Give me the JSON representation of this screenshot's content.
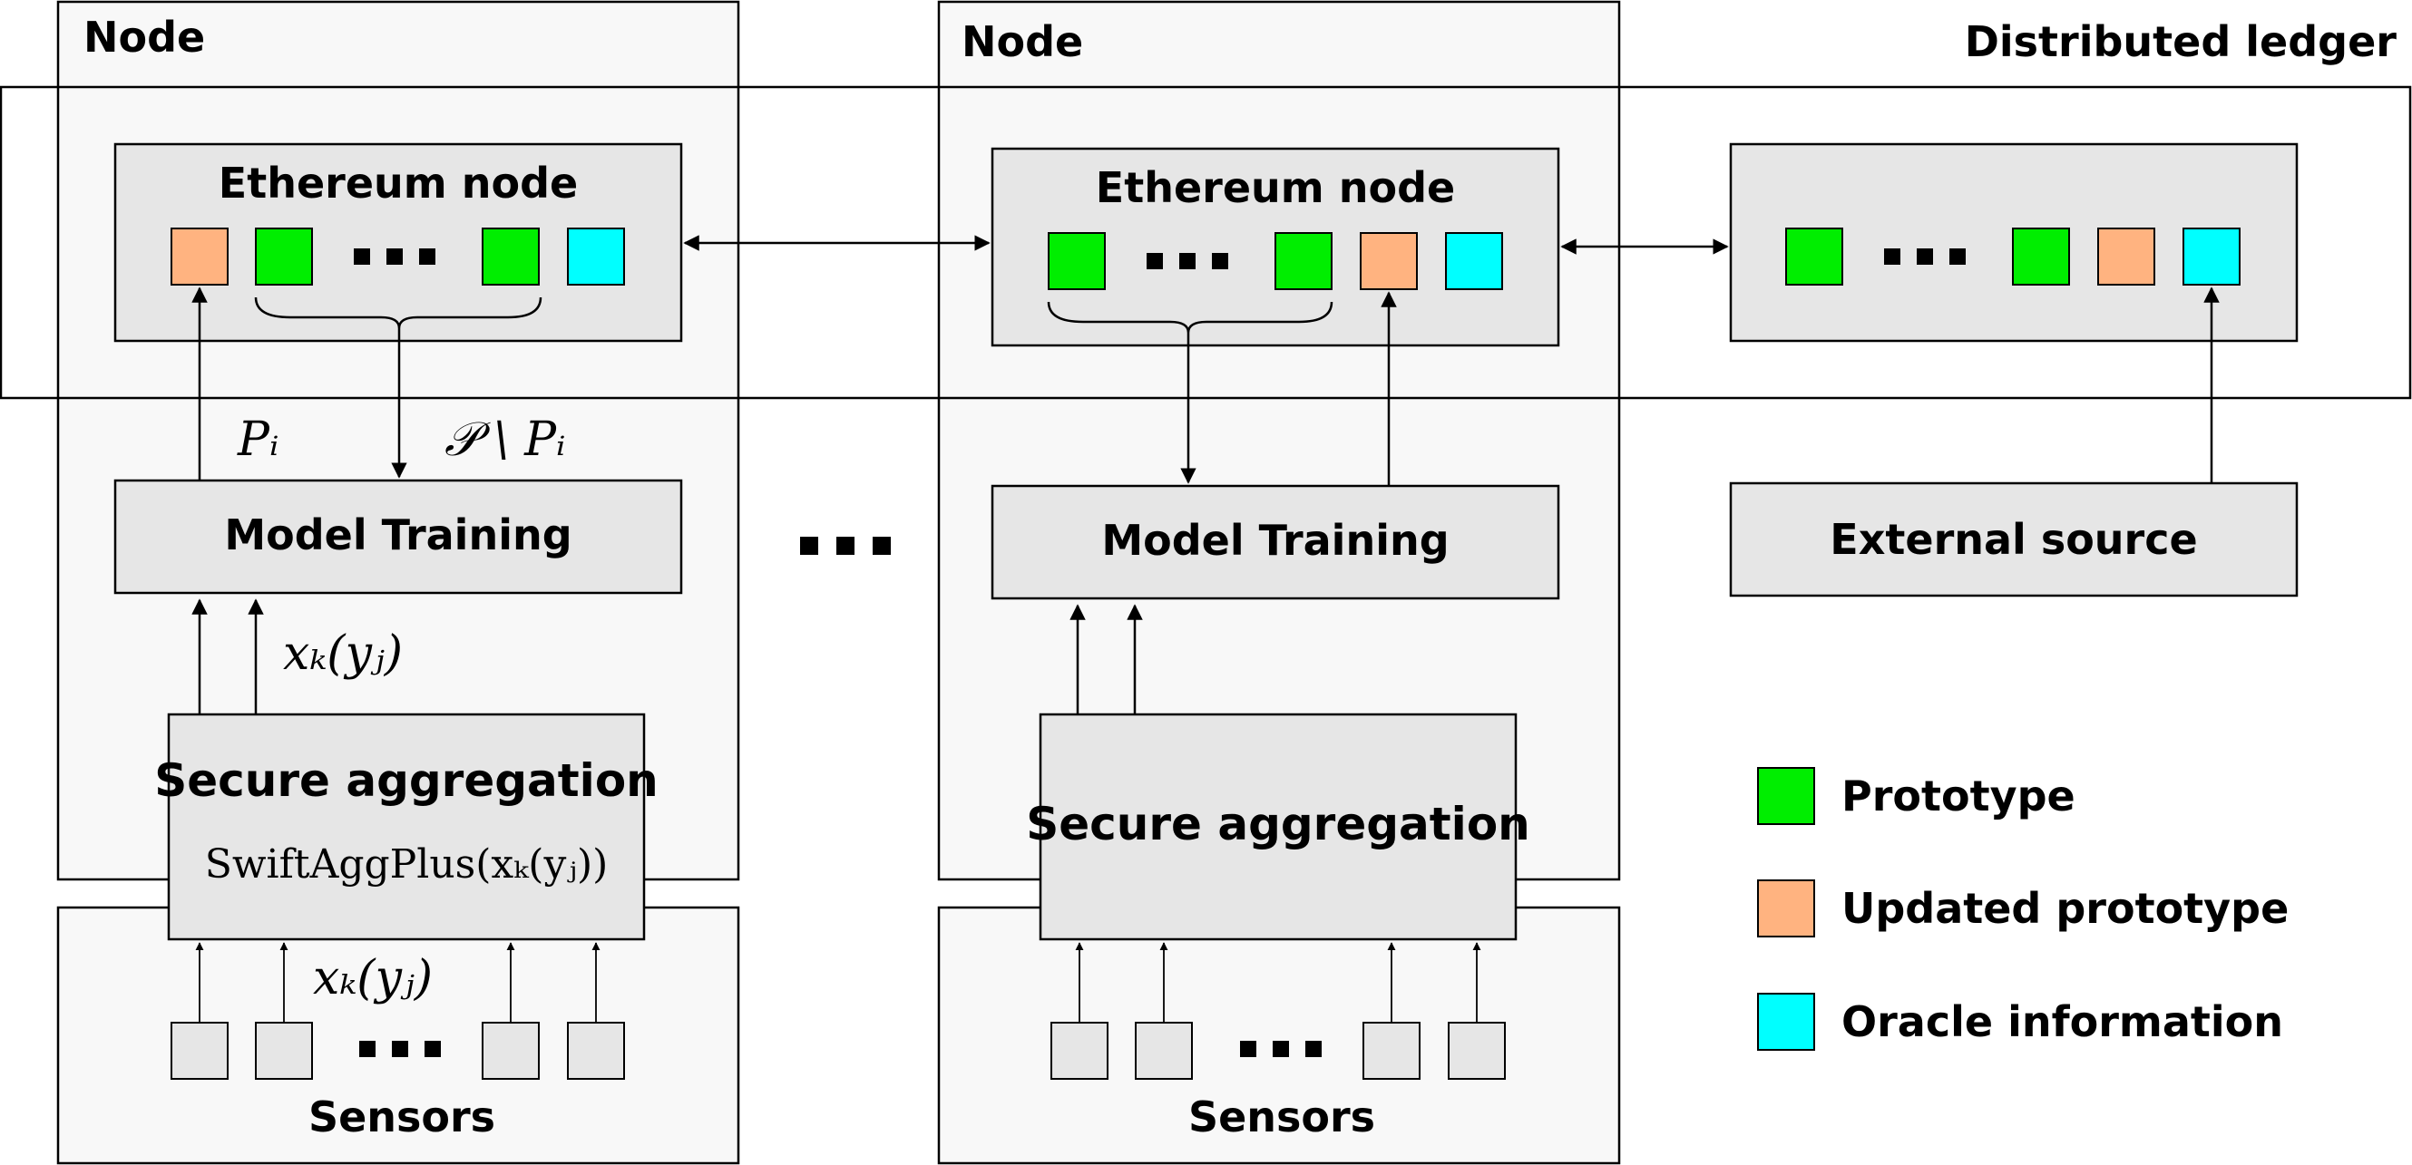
{
  "nodes": [
    {
      "title": "Node",
      "ethereum": "Ethereum node",
      "model_training": "Model Training",
      "secure_aggregation": "Secure aggregation",
      "secure_aggregation_sub": "SwiftAggPlus(xₖ(yⱼ))",
      "sensors": "Sensors",
      "label_up": "Pᵢ",
      "label_down": "𝒫 \\ Pᵢ",
      "label_data": "xₖ(yⱼ)",
      "label_sensor_data": "xₖ(yⱼ)"
    },
    {
      "title": "Node",
      "ethereum": "Ethereum node",
      "model_training": "Model Training",
      "secure_aggregation": "Secure aggregation",
      "sensors": "Sensors"
    }
  ],
  "distributed_ledger": "Distributed ledger",
  "external_source": "External source",
  "legend": [
    {
      "label": "Prototype",
      "color": "#00ee00"
    },
    {
      "label": "Updated prototype",
      "color": "#ffb380"
    },
    {
      "label": "Oracle information",
      "color": "#00ffff"
    }
  ],
  "colors": {
    "prototype": "#00ee00",
    "updated_prototype": "#ffb380",
    "oracle": "#00ffff",
    "panel": "#f8f8f8",
    "box": "#e6e6e6"
  }
}
